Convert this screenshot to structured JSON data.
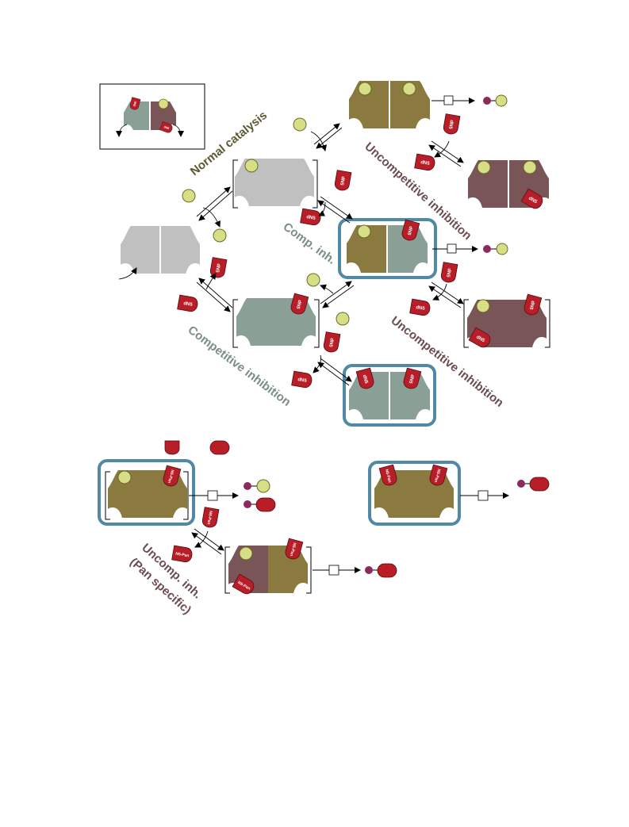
{
  "labels": {
    "normal_catalysis": "Normal catalysis",
    "comp_inh": "Comp. inh.",
    "competitive_inhibition": "Competitive inhibition",
    "uncompetitive_upper": "Uncompetitive inhibition",
    "uncompetitive_lower": "Uncompetitive inhibition",
    "uncomp_pan_1": "Uncomp. inh.",
    "uncomp_pan_2": "(Pan specific)"
  },
  "tags": {
    "inhibitor": "dN5",
    "pan_inhibitor": "N5-Pan",
    "inset_top": "",
    "inset_bottom": ""
  },
  "colors": {
    "olive": "#8a7a40",
    "sage": "#8a9f95",
    "mauve": "#7a5558",
    "gray": "#c0c0c0",
    "red": "#b81e28",
    "substrate": "#d8de86",
    "product_dot": "#8c2a5e",
    "frame": "#4f89a3"
  }
}
